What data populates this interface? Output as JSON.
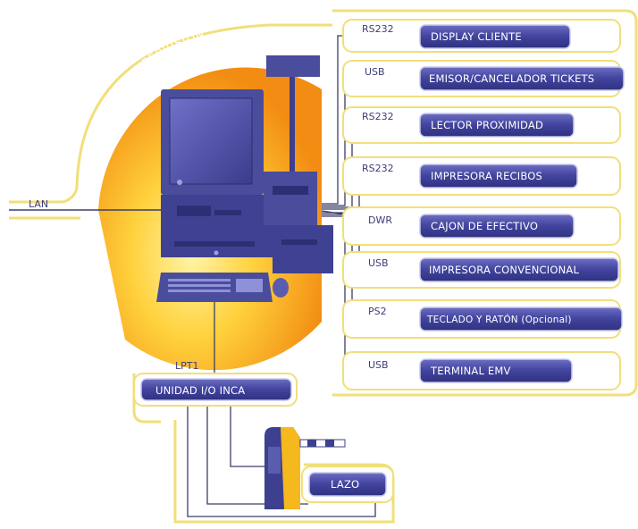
{
  "title": "PUESTO DE COBRO Y SUPERVISIÓN",
  "lan_label": "LAN",
  "lpt_label": "LPT1",
  "peripherals": [
    {
      "port": "RS232",
      "label": "DISPLAY CLIENTE"
    },
    {
      "port": "USB",
      "label": "EMISOR/CANCELADOR TICKETS"
    },
    {
      "port": "RS232",
      "label": "LECTOR PROXIMIDAD"
    },
    {
      "port": "RS232",
      "label": "IMPRESORA RECIBOS"
    },
    {
      "port": "DWR",
      "label": "CAJON DE EFECTIVO"
    },
    {
      "port": "USB",
      "label": "IMPRESORA CONVENCIONAL"
    },
    {
      "port": "PS2",
      "label": "TECLADO Y RATÓN (Opcional)"
    },
    {
      "port": "USB",
      "label": "TERMINAL EMV"
    }
  ],
  "io_unit_label": "UNIDAD I/O INCA",
  "loop_label": "LAZO",
  "colors": {
    "box_fill": "#3d3f8f",
    "box_light": "#6a6cc0",
    "outline": "#f1df7a",
    "wire": "#3d3d6a",
    "sun_inner": "#ffd94a",
    "sun_outer": "#f49a18",
    "device": "#4a4c9c",
    "barrier_yellow": "#f5b81d"
  }
}
